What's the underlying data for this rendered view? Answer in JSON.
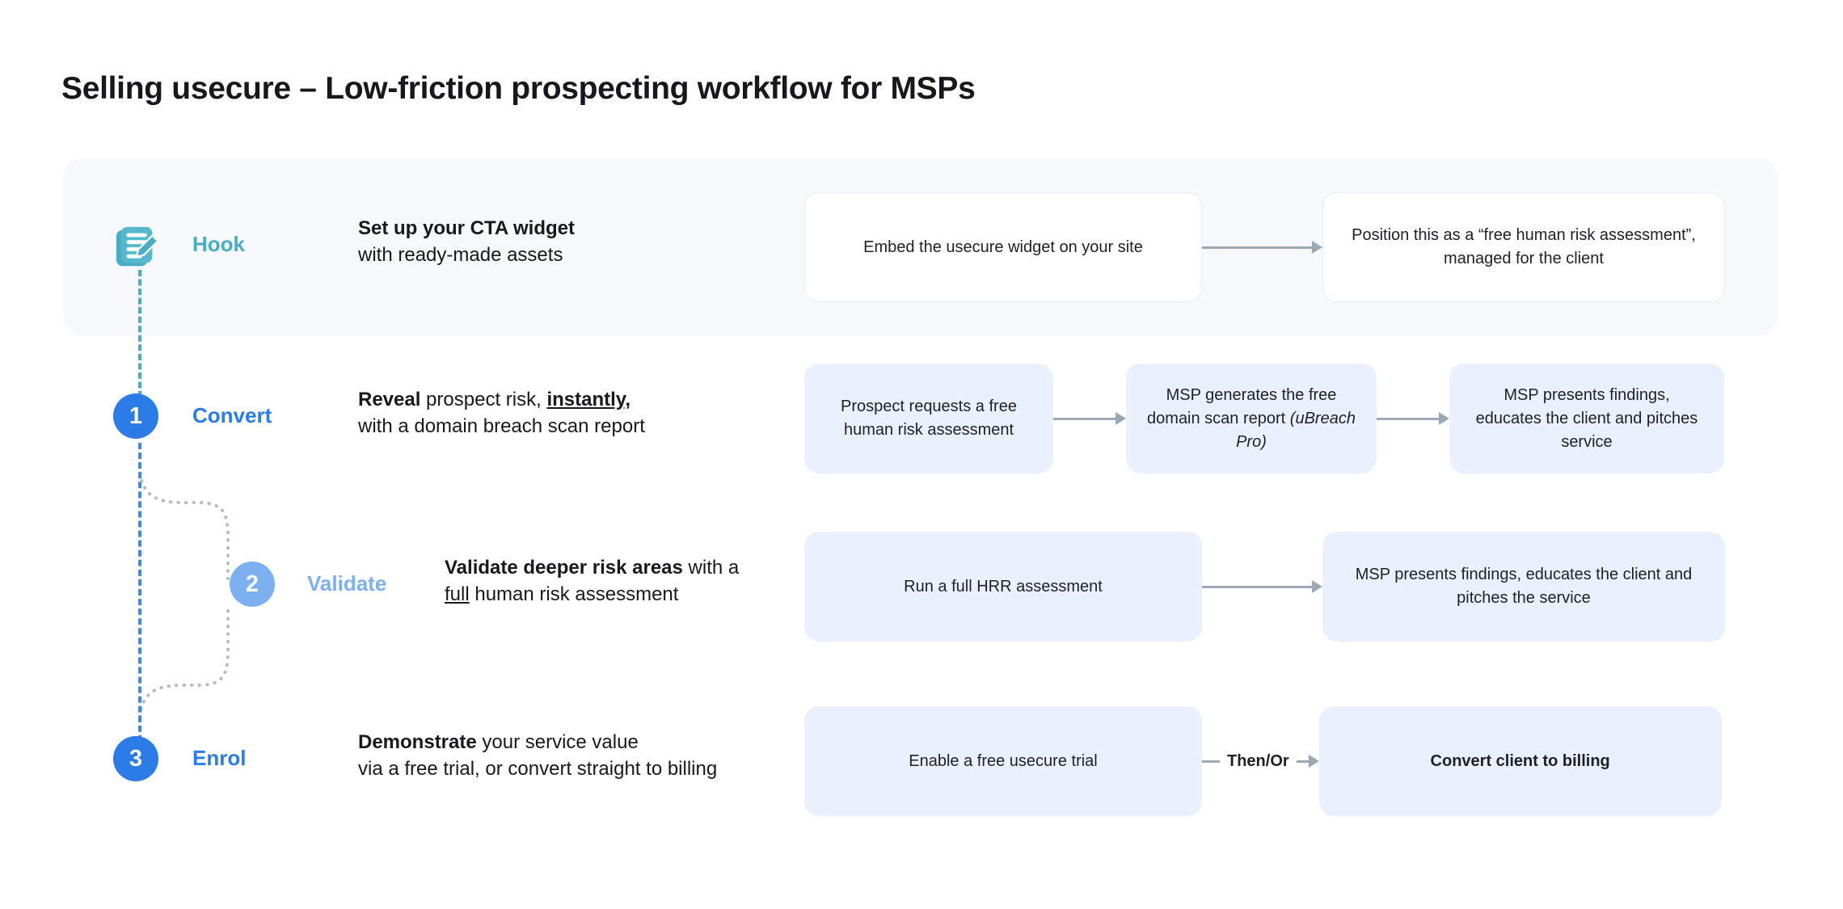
{
  "page": {
    "title": "Selling usecure – Low-friction prospecting workflow for MSPs"
  },
  "colors": {
    "teal": "#4aadc4",
    "blue": "#2b7ce7",
    "blue_light": "#7cb0ef",
    "card_fill": "#eaf1fd",
    "card_border": "#e2eefd",
    "panel_bg": "#f7f8f9",
    "arrow": "#9aa9b4",
    "text": "#18191d"
  },
  "steps": [
    {
      "id": "hook",
      "marker_type": "icon",
      "marker_icon": "clipboard-pencil-icon",
      "marker_number": "",
      "stage_label": "Hook",
      "headline_bold": "Set up your CTA widget",
      "headline_rest": "with ready-made assets",
      "headline_emphasis": "",
      "card_style": "plain",
      "cards": [
        {
          "text": "Embed the usecure widget on your site",
          "bold": false,
          "italic_tail": ""
        },
        {
          "text": "Position this as a “free human risk assessment”, managed for the client",
          "bold": false,
          "italic_tail": ""
        }
      ],
      "connector_labels": [
        ""
      ]
    },
    {
      "id": "convert",
      "marker_type": "number",
      "marker_icon": "",
      "marker_number": "1",
      "stage_label": "Convert",
      "headline_bold": "Reveal",
      "headline_mid": " prospect risk, ",
      "headline_emphasis": "instantly,",
      "headline_rest": "with a domain breach scan report",
      "card_style": "fill",
      "cards": [
        {
          "text": "Prospect requests a free human risk assessment",
          "bold": false,
          "italic_tail": ""
        },
        {
          "text": "MSP generates the free domain scan report ",
          "bold": false,
          "italic_tail": "(uBreach Pro)"
        },
        {
          "text": "MSP presents findings, educates the client and pitches service",
          "bold": false,
          "italic_tail": ""
        }
      ],
      "connector_labels": [
        "",
        ""
      ]
    },
    {
      "id": "validate",
      "marker_type": "number",
      "marker_icon": "",
      "marker_number": "2",
      "stage_label": "Validate",
      "headline_bold": "Validate deeper risk areas",
      "headline_mid": " with a ",
      "headline_emphasis": "full",
      "headline_rest": " human risk assessment",
      "card_style": "fill",
      "cards": [
        {
          "text": "Run a full HRR assessment",
          "bold": false,
          "italic_tail": ""
        },
        {
          "text": "MSP presents findings, educates the client and pitches the service",
          "bold": false,
          "italic_tail": ""
        }
      ],
      "connector_labels": [
        ""
      ]
    },
    {
      "id": "enrol",
      "marker_type": "number",
      "marker_icon": "",
      "marker_number": "3",
      "stage_label": "Enrol",
      "headline_bold": "Demonstrate",
      "headline_mid": " your service value",
      "headline_emphasis": "",
      "headline_rest": "via a free trial, or convert straight to billing",
      "card_style": "fill",
      "cards": [
        {
          "text": "Enable a free usecure trial",
          "bold": false,
          "italic_tail": ""
        },
        {
          "text": "Convert client to billing",
          "bold": true,
          "italic_tail": ""
        }
      ],
      "connector_labels": [
        "Then/Or"
      ]
    }
  ]
}
